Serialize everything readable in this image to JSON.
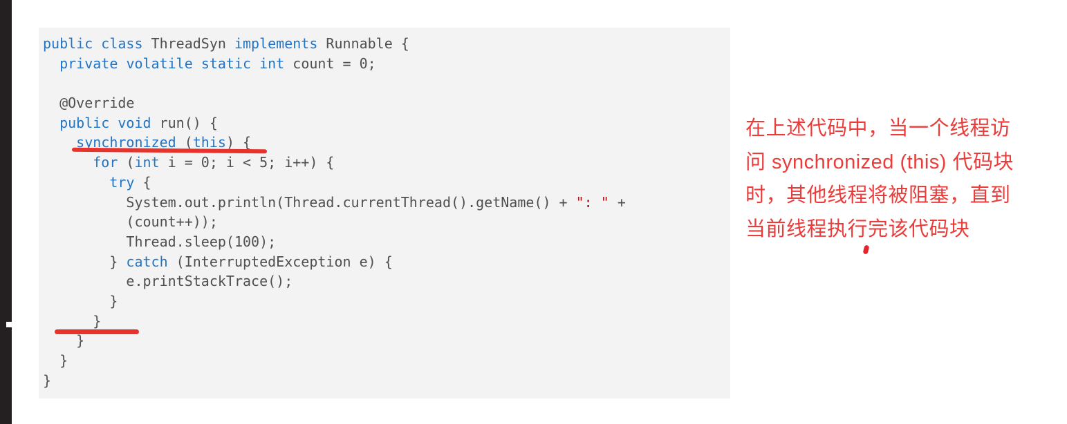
{
  "colors": {
    "keyword_blue": "#2175c4",
    "code_text_gray": "#4f4f51",
    "string_red": "#c01111",
    "annotation_red": "#ea3d3b",
    "underline_red": "#e8322c",
    "code_background": "#f3f3f4",
    "strip_dark": "#241f21"
  },
  "code": {
    "language": "java",
    "lines": [
      {
        "segs": [
          [
            "k",
            "public"
          ],
          [
            "p",
            " "
          ],
          [
            "k",
            "class"
          ],
          [
            "p",
            " ThreadSyn "
          ],
          [
            "k",
            "implements"
          ],
          [
            "p",
            " Runnable {"
          ]
        ]
      },
      {
        "segs": [
          [
            "p",
            "  "
          ],
          [
            "k",
            "private"
          ],
          [
            "p",
            " "
          ],
          [
            "k",
            "volatile"
          ],
          [
            "p",
            " "
          ],
          [
            "k",
            "static"
          ],
          [
            "p",
            " "
          ],
          [
            "k",
            "int"
          ],
          [
            "p",
            " count = 0;"
          ]
        ]
      },
      {
        "segs": []
      },
      {
        "segs": [
          [
            "p",
            "  @Override"
          ]
        ]
      },
      {
        "segs": [
          [
            "p",
            "  "
          ],
          [
            "k",
            "public"
          ],
          [
            "p",
            " "
          ],
          [
            "k",
            "void"
          ],
          [
            "p",
            " run() {"
          ]
        ]
      },
      {
        "segs": [
          [
            "p",
            "    "
          ],
          [
            "k",
            "synchronized"
          ],
          [
            "p",
            " ("
          ],
          [
            "k",
            "this"
          ],
          [
            "p",
            ") {"
          ]
        ]
      },
      {
        "segs": [
          [
            "p",
            "      "
          ],
          [
            "k",
            "for"
          ],
          [
            "p",
            " ("
          ],
          [
            "k",
            "int"
          ],
          [
            "p",
            " i = 0; i < 5; i++) {"
          ]
        ]
      },
      {
        "segs": [
          [
            "p",
            "        "
          ],
          [
            "k",
            "try"
          ],
          [
            "p",
            " {"
          ]
        ]
      },
      {
        "segs": [
          [
            "p",
            "          System.out.println(Thread.currentThread().getName() + "
          ],
          [
            "s",
            "\": \""
          ],
          [
            "p",
            " +"
          ]
        ]
      },
      {
        "segs": [
          [
            "p",
            "          (count++));"
          ]
        ]
      },
      {
        "segs": [
          [
            "p",
            "          Thread.sleep(100);"
          ]
        ]
      },
      {
        "segs": [
          [
            "p",
            "        } "
          ],
          [
            "k",
            "catch"
          ],
          [
            "p",
            " (InterruptedException e) {"
          ]
        ]
      },
      {
        "segs": [
          [
            "p",
            "          e.printStackTrace();"
          ]
        ]
      },
      {
        "segs": [
          [
            "p",
            "        }"
          ]
        ]
      },
      {
        "segs": [
          [
            "p",
            "      }"
          ]
        ]
      },
      {
        "segs": [
          [
            "p",
            "    }"
          ]
        ]
      },
      {
        "segs": [
          [
            "p",
            "  }"
          ]
        ]
      },
      {
        "segs": [
          [
            "p",
            "}"
          ]
        ]
      }
    ]
  },
  "annotation": {
    "lines": [
      "在上述代码中，当一个线程访",
      "问 synchronized (this) 代码块",
      "时，其他线程将被阻塞，直到",
      "当前线程执行完该代码块"
    ]
  }
}
